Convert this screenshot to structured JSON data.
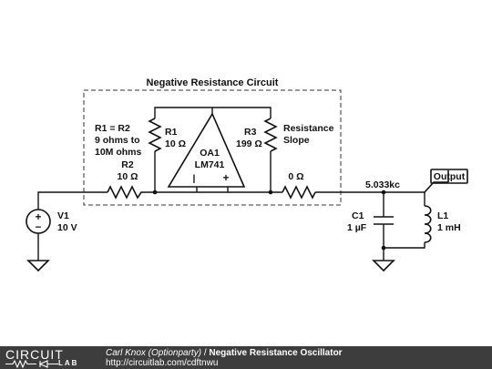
{
  "diagram": {
    "box_title": "Negative Resistance Circuit",
    "note": [
      "R1 = R2",
      "9 ohms to",
      "10M ohms"
    ],
    "r1": {
      "name": "R1",
      "value": "10 Ω"
    },
    "r2": {
      "name": "R2",
      "value": "10 Ω"
    },
    "r3": {
      "name": "R3",
      "value": "199 Ω"
    },
    "slope_label": [
      "Resistance",
      "Slope"
    ],
    "opamp": {
      "name": "OA1",
      "model": "LM741",
      "inv": "|",
      "noninv": "+"
    },
    "r4": {
      "value": "0 Ω"
    },
    "freq": "5.033kc",
    "output": "Output",
    "v1": {
      "name": "V1",
      "value": "10 V",
      "plus": "+",
      "minus": "−"
    },
    "c1": {
      "name": "C1",
      "value": "1 µF"
    },
    "l1": {
      "name": "L1",
      "value": "1 mH"
    }
  },
  "footer": {
    "logo_top": "CIRCUIT",
    "logo_bottom": "LAB",
    "author": "Carl Knox (Optionparty)",
    "separator": " / ",
    "title": "Negative Resistance Oscillator",
    "url": "http://circuitlab.com/cdftnwu"
  }
}
